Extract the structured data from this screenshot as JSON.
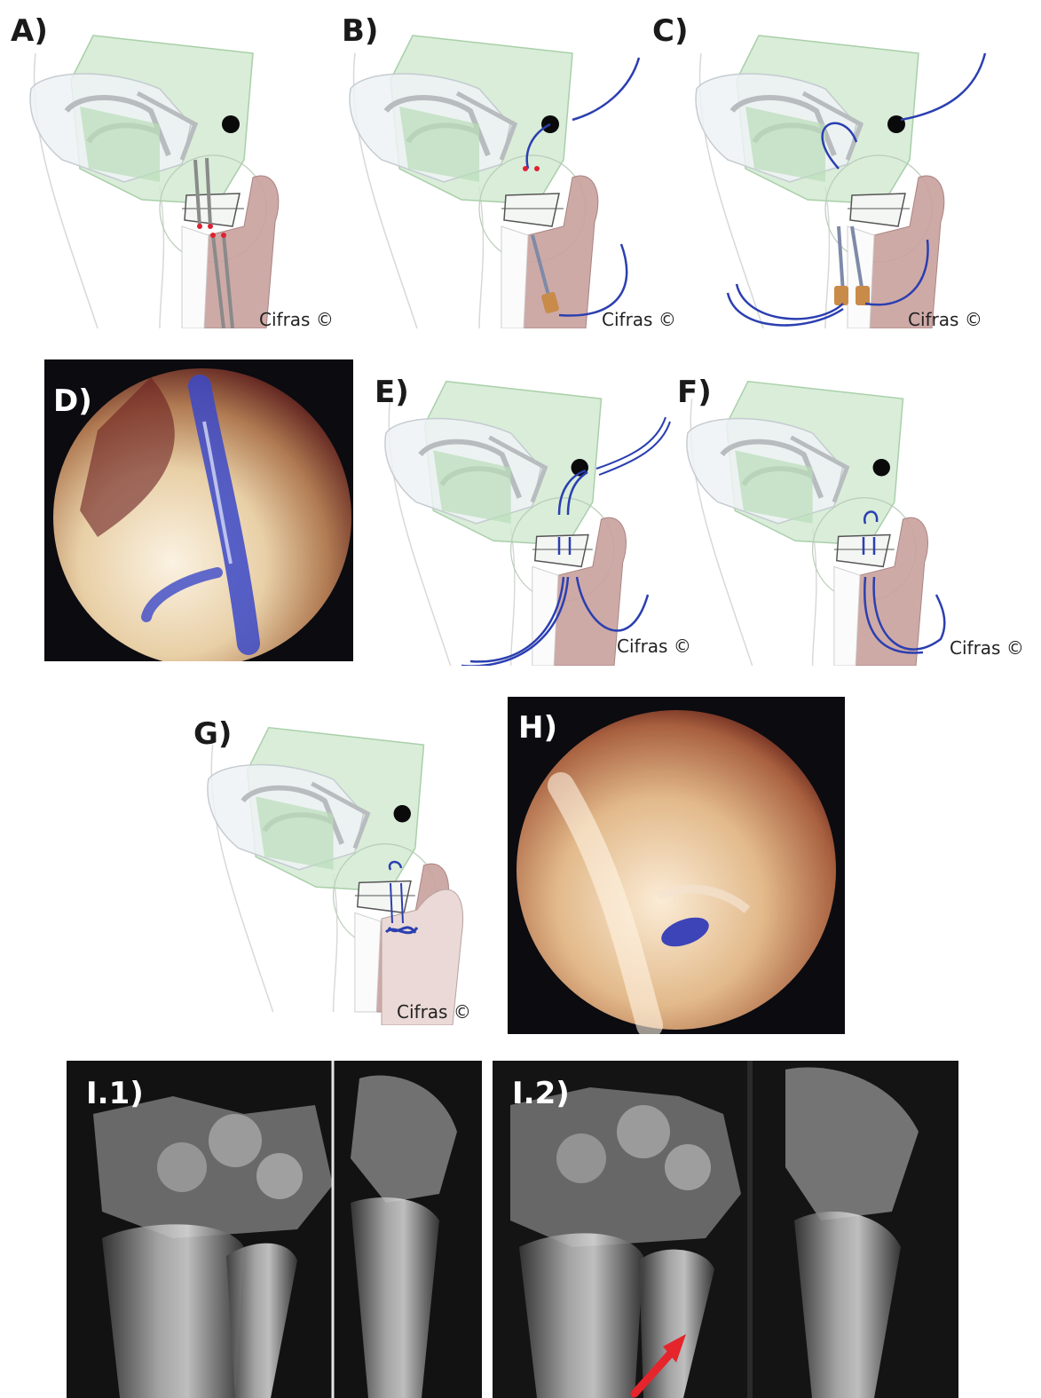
{
  "panels": {
    "a": {
      "label": "A)",
      "copyright": "Cifras ©"
    },
    "b": {
      "label": "B)",
      "copyright": "Cifras ©"
    },
    "c": {
      "label": "C)",
      "copyright": "Cifras ©"
    },
    "d": {
      "label": "D)"
    },
    "e": {
      "label": "E)",
      "copyright": "Cifras ©"
    },
    "f": {
      "label": "F)",
      "copyright": "Cifras ©"
    },
    "g": {
      "label": "G)",
      "copyright": "Cifras ©"
    },
    "h": {
      "label": "H)"
    },
    "i1": {
      "label": "I.1)"
    },
    "i2": {
      "label": "I.2)"
    }
  },
  "colors": {
    "suture": "#2b3fb0",
    "carpal_green": "#cfe8cf",
    "ulna_pink": "#c9a19d",
    "kwire_grey": "#8a8a8a",
    "arrow_red": "#e5242b",
    "needle_hub": "#c98b4a"
  }
}
